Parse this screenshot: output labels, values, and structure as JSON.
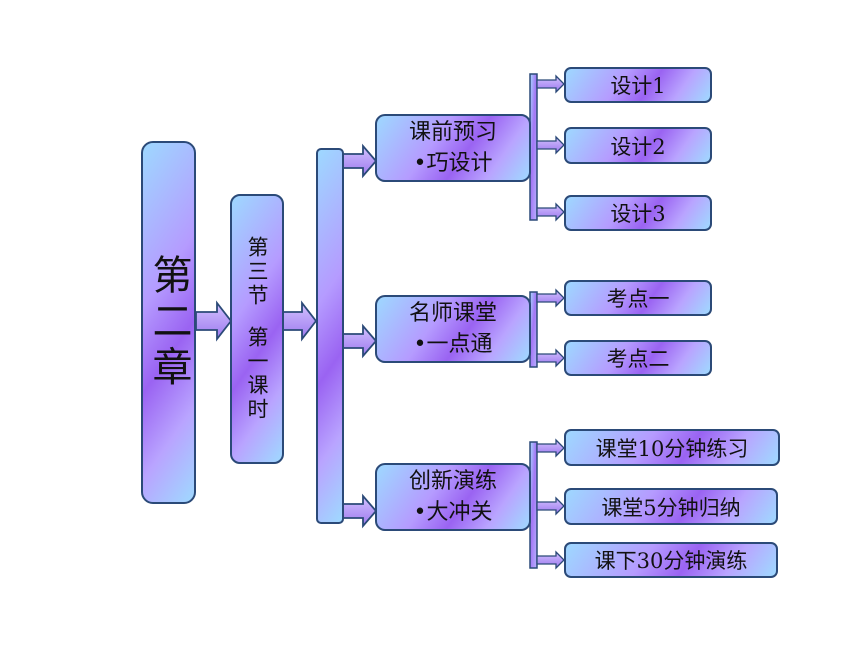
{
  "chapter": "第二章",
  "section": {
    "line1": "第三节",
    "line2": "第一课时"
  },
  "groups": [
    {
      "title1": "课前预习",
      "title2": "•巧设计",
      "items": [
        "设计1",
        "设计2",
        "设计3"
      ]
    },
    {
      "title1": "名师课堂",
      "title2": "•一点通",
      "items": [
        "考点一",
        "考点二"
      ]
    },
    {
      "title1": "创新演练",
      "title2": "•大冲关",
      "items": [
        "课堂10分钟练习",
        "课堂5分钟归纳",
        "课下30分钟演练"
      ]
    }
  ],
  "colors": {
    "border": "#2b4a78",
    "arrow_fill": "#b99cf7",
    "bar_fill": "#a37df5"
  }
}
